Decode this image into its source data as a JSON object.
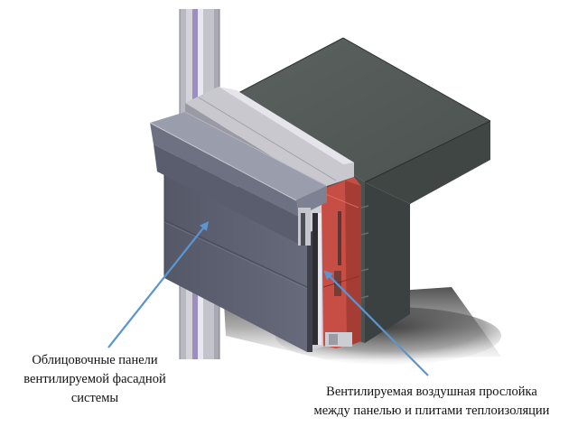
{
  "labels": {
    "facing_panels": {
      "lines": [
        "Облицовочные панели",
        "вентилируемой фасадной",
        "системы"
      ]
    },
    "air_gap": {
      "lines": [
        "Вентилируемая воздушная прослойка",
        "между панелью и плитами теплоизоляции"
      ]
    }
  },
  "colors": {
    "concrete_top": "#545b59",
    "concrete_side": "#3d4442",
    "panel_face": "#5d6072",
    "panel_top": "#8e91a0",
    "insulation": "#c64e44",
    "frame": "#c9c9cf",
    "arrow": "#5a96d2"
  }
}
